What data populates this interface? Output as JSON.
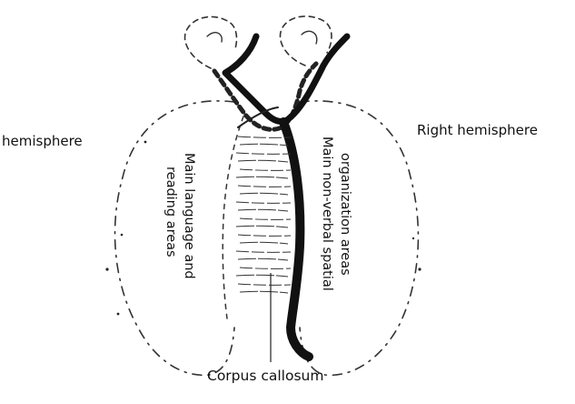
{
  "diagram": {
    "labels": {
      "left_hemisphere": "hemisphere",
      "right_hemisphere": "Right hemisphere",
      "left_area_line1": "Main language and",
      "left_area_line2": "reading areas",
      "right_area_line1": "Main non-verbal spatial",
      "right_area_line2": "organization areas",
      "corpus_callosum": "Corpus callosum"
    },
    "colors": {
      "ink": "#111111",
      "background": "#ffffff"
    }
  }
}
